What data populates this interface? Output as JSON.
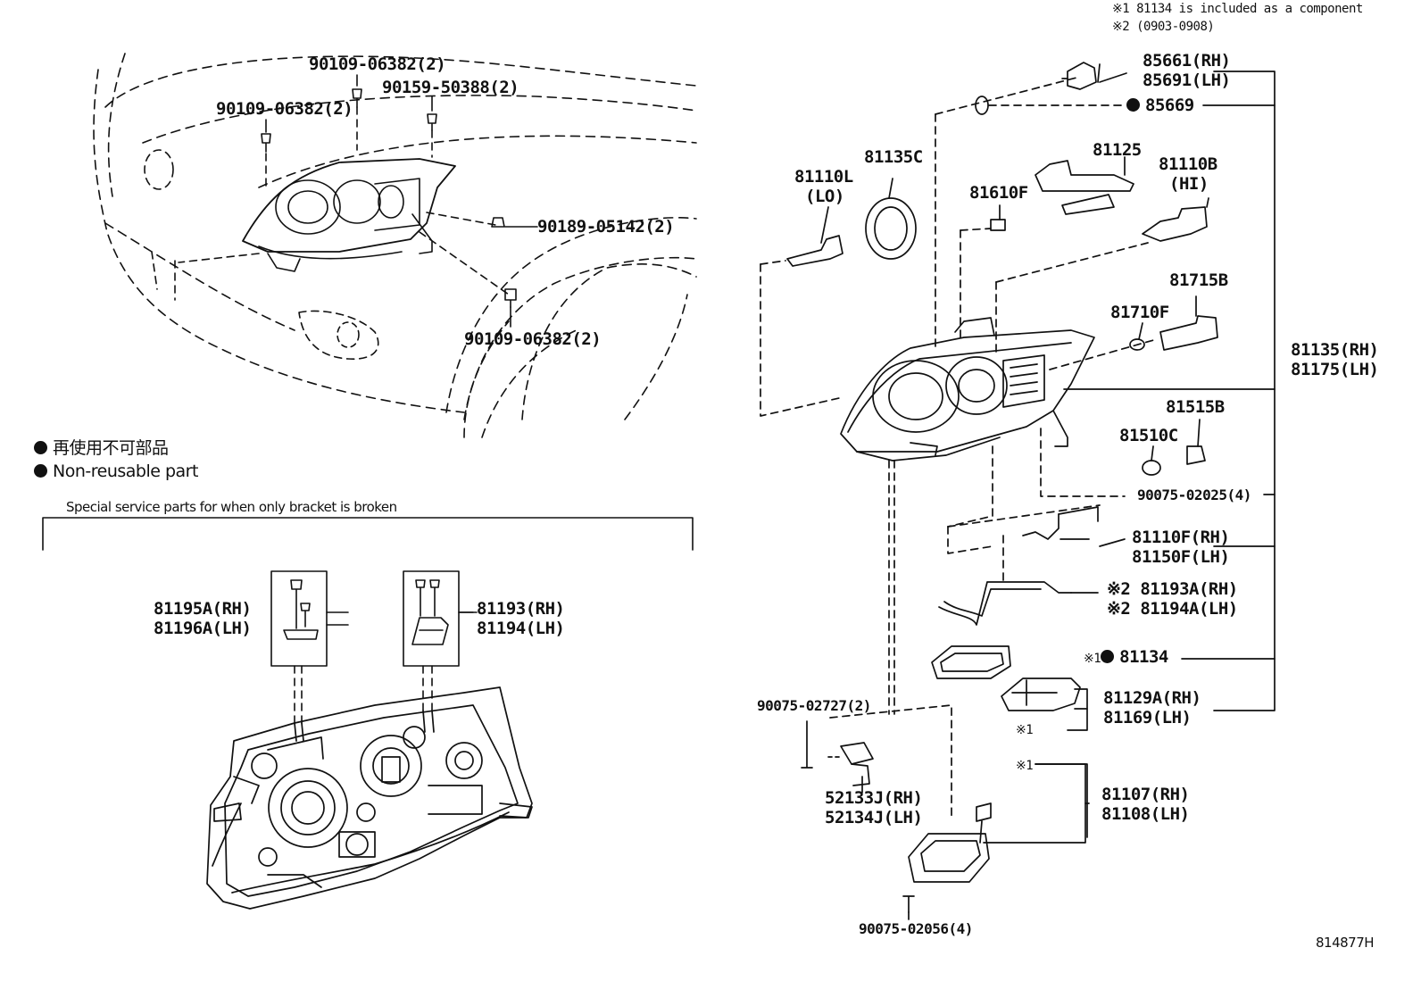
{
  "notes": {
    "note1": "※1 81134 is included as a component",
    "note2": "※2 (0903-0908)"
  },
  "legend": {
    "jp": "再使用不可部品",
    "en": "Non-reusable part"
  },
  "special_section": {
    "title": "Special service parts for when only bracket is broken"
  },
  "mounting_parts": [
    "90109-06382(2)",
    "90159-50388(2)",
    "90109-06382(2)",
    "90189-05142(2)",
    "90109-06382(2)"
  ],
  "bracket_parts": {
    "left_rh": "81195A(RH)",
    "left_lh": "81196A(LH)",
    "right_rh": "81193(RH)",
    "right_lh": "81194(LH)"
  },
  "headlamp_parts": {
    "socket_rh": "85661(RH)",
    "socket_lh": "85691(LH)",
    "oring": "85669",
    "lo_num": "81110L",
    "lo_sub": "(LO)",
    "cap": "81135C",
    "bulb_hi_assy": "81125",
    "hi_num": "81110B",
    "hi_sub": "(HI)",
    "bulb_small": "81610F",
    "bulb_bracket": "81715B",
    "bulb_side": "81710F",
    "assy_rh": "81135(RH)",
    "assy_lh": "81175(LH)",
    "socket_b": "81515B",
    "bulb_c": "81510C",
    "screw_4": "90075-02025(4)",
    "wire_rh": "81110F(RH)",
    "wire_lh": "81150F(LH)",
    "harness_mark": "※2",
    "harness_rh": "81193A(RH)",
    "harness_lh": "81194A(LH)",
    "gasket_mark": "※1",
    "gasket": "81134",
    "ballast_rh": "81129A(RH)",
    "ballast_lh": "81169(LH)",
    "ballast_mark": "※1",
    "screw_2": "90075-02727(2)",
    "conn_rh": "52133J(RH)",
    "conn_lh": "52134J(LH)",
    "comp_mark": "※1",
    "comp_rh": "81107(RH)",
    "comp_lh": "81108(LH)",
    "screw_bottom": "90075-02056(4)"
  },
  "diagram_id": "814877H"
}
